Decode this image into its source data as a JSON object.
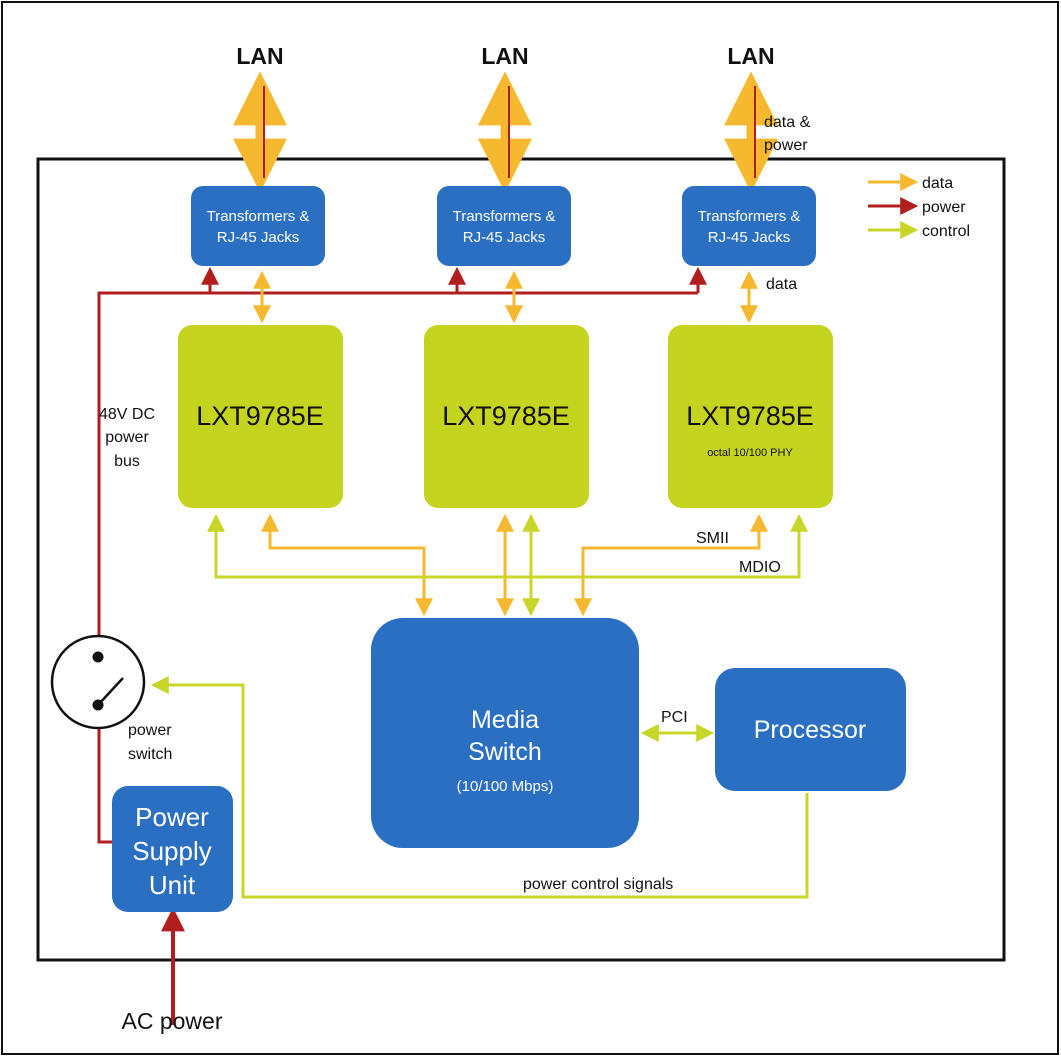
{
  "colors": {
    "data": "#f5b82e",
    "power": "#b01e1e",
    "control": "#c8d62a",
    "blue_box": "#2a6fc2",
    "chip": "#c5d41e",
    "frame": "#111111"
  },
  "lan": {
    "left": "LAN",
    "center": "LAN",
    "right": "LAN",
    "right_note_line1": "data &",
    "right_note_line2": "power"
  },
  "legend": {
    "data": "data",
    "power": "power",
    "control": "control"
  },
  "transformers": [
    {
      "line1": "Transformers &",
      "line2": "RJ-45 Jacks"
    },
    {
      "line1": "Transformers &",
      "line2": "RJ-45 Jacks"
    },
    {
      "line1": "Transformers &",
      "line2": "RJ-45 Jacks"
    }
  ],
  "data_note": "data",
  "phys": [
    {
      "name": "LXT9785E",
      "sub": ""
    },
    {
      "name": "LXT9785E",
      "sub": ""
    },
    {
      "name": "LXT9785E",
      "sub": "octal 10/100 PHY"
    }
  ],
  "power_bus": {
    "line1": "48V DC",
    "line2": "power",
    "line3": "bus"
  },
  "smii": "SMII",
  "mdio": "MDIO",
  "media_switch": {
    "line1": "Media",
    "line2": "Switch",
    "line3": "(10/100 Mbps)"
  },
  "pci": "PCI",
  "processor": "Processor",
  "power_switch": {
    "line1": "power",
    "line2": "switch"
  },
  "psu": {
    "line1": "Power",
    "line2": "Supply",
    "line3": "Unit"
  },
  "power_control_signals": "power control signals",
  "ac_power": "AC power"
}
